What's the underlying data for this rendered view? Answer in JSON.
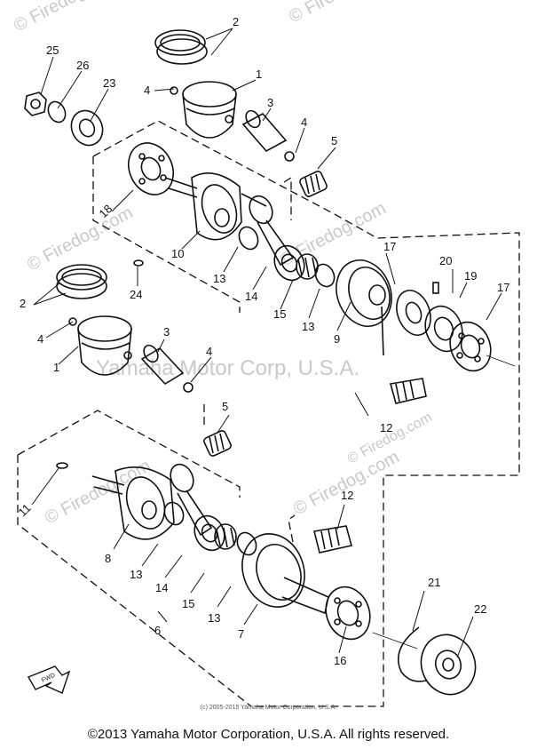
{
  "watermarks": {
    "site": "© Firedog.com",
    "brand": "Yamaha Motor Corp, U.S.A."
  },
  "fwd_label": "FWD",
  "small_copyright": "(c) 2005-2015 Yamaha Motor Corporation, U.S.A.",
  "footer_copyright": "©2013 Yamaha Motor Corporation, U.S.A. All rights reserved.",
  "callouts": {
    "c1a": "1",
    "c1b": "1",
    "c2a": "2",
    "c2b": "2",
    "c3": "3",
    "c4a": "4",
    "c4b": "4",
    "c4c": "4",
    "c4d": "4",
    "c5a": "5",
    "c5b": "5",
    "c6": "6",
    "c7": "7",
    "c8": "8",
    "c9": "9",
    "c10": "10",
    "c11": "11",
    "c12a": "12",
    "c12b": "12",
    "c13a": "13",
    "c13b": "13",
    "c13c": "13",
    "c13d": "13",
    "c14a": "14",
    "c14b": "14",
    "c15a": "15",
    "c15b": "15",
    "c16": "16",
    "c17a": "17",
    "c17b": "17",
    "c18": "18",
    "c19": "19",
    "c20": "20",
    "c21": "21",
    "c22": "22",
    "c23": "23",
    "c24": "24",
    "c25": "25",
    "c26": "26"
  }
}
